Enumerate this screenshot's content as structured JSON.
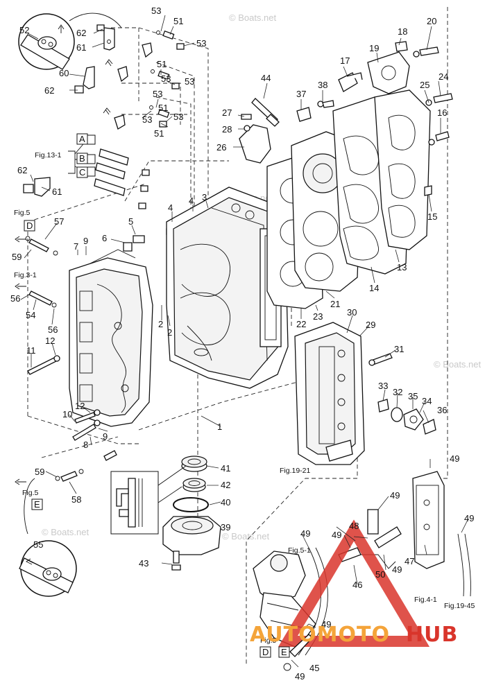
{
  "watermarks": [
    "© Boats.net",
    "© Boats.net",
    "© Boats.net",
    "© Boats.net",
    "© Boats.net"
  ],
  "brand": {
    "part1": "AUTOMOTO",
    "part2": "HUB",
    "color1": "#f4a43a",
    "color2": "#d9352b"
  },
  "refs": {
    "fig13_1": "Fig.13-1",
    "fig5_a": "Fig.5",
    "fig3_1": "Fig.3-1",
    "fig5_b": "Fig.5",
    "fig19_21": "Fig.19-21",
    "fig5_1": "Fig.5-1",
    "fig4_1": "Fig.4-1",
    "fig19_45": "Fig.19-45",
    "fig5_c": "Fig.5"
  },
  "boxes": {
    "A": "A",
    "B": "B",
    "C": "C",
    "D1": "D",
    "E1": "E",
    "D2": "D",
    "E2": "E"
  },
  "callouts": [
    "53",
    "51",
    "53",
    "62",
    "61",
    "52",
    "60",
    "62",
    "51",
    "53",
    "53",
    "53",
    "51",
    "53",
    "51",
    "53",
    "18",
    "20",
    "19",
    "17",
    "44",
    "37",
    "38",
    "24",
    "25",
    "16",
    "27",
    "28",
    "26",
    "62",
    "61",
    "15",
    "3",
    "4",
    "4",
    "5",
    "6",
    "7",
    "9",
    "57",
    "59",
    "13",
    "14",
    "21",
    "22",
    "23",
    "56",
    "54",
    "56",
    "2",
    "2",
    "30",
    "29",
    "11",
    "12",
    "31",
    "33",
    "32",
    "35",
    "34",
    "36",
    "10",
    "12",
    "8",
    "9",
    "1",
    "59",
    "58",
    "41",
    "42",
    "40",
    "39",
    "43",
    "55",
    "49",
    "49",
    "49",
    "48",
    "49",
    "49",
    "50",
    "47",
    "46",
    "49",
    "45",
    "49",
    "49"
  ]
}
